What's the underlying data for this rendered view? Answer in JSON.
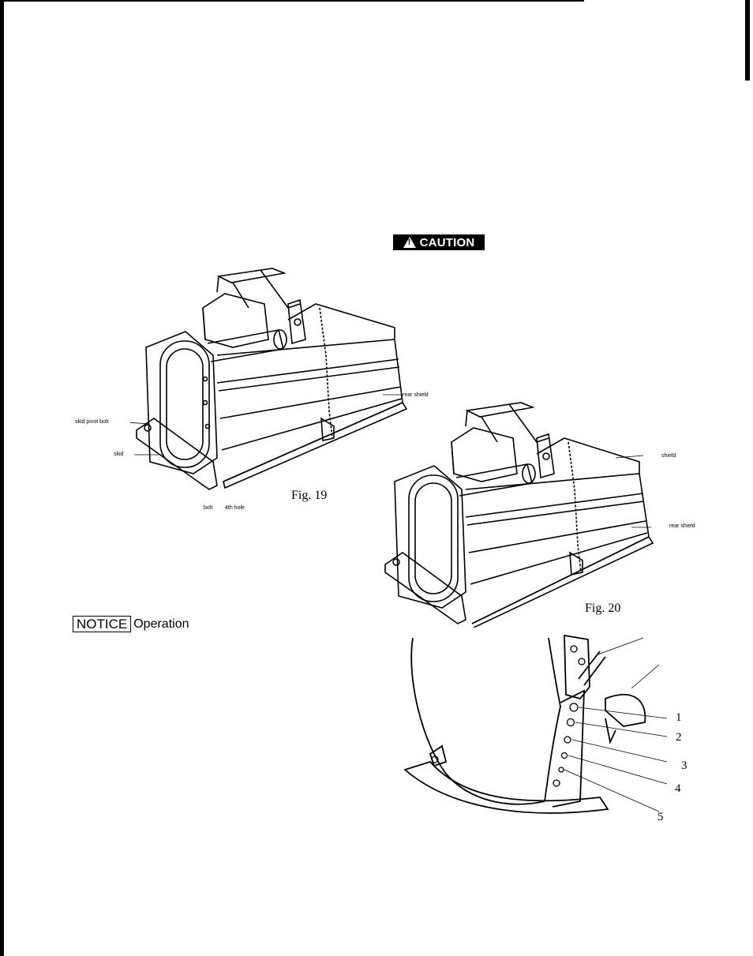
{
  "caution_label": "CAUTION",
  "notice": {
    "badge": "NOTICE",
    "text": "Operation"
  },
  "fig19": {
    "caption": "Fig. 19",
    "labels": {
      "rear_shield": "rear shield",
      "skid_pivot_bolt": "skid pivot bolt",
      "skid": "skid",
      "bolt": "bolt",
      "hole": "4th hole"
    }
  },
  "fig20": {
    "caption": "Fig. 20",
    "labels": {
      "shield": "shield",
      "rear_shield": "rear shield"
    }
  },
  "fig21": {
    "hole_numbers": [
      "1",
      "2",
      "3",
      "4",
      "5"
    ]
  }
}
